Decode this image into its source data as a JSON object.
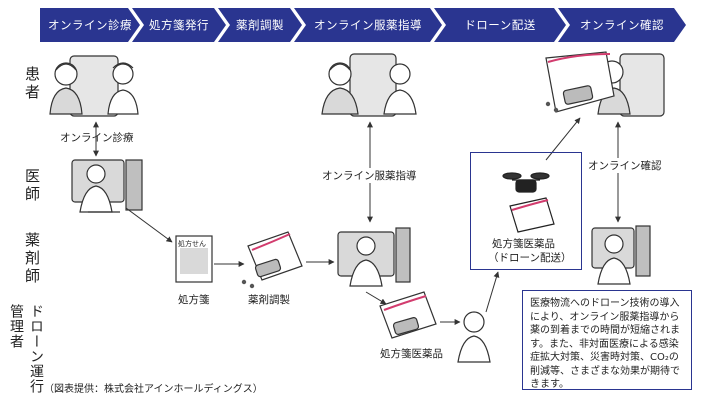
{
  "header_steps": [
    {
      "label": "オンライン診療"
    },
    {
      "label": "処方箋発行"
    },
    {
      "label": "薬剤調製"
    },
    {
      "label": "オンライン服薬指導"
    },
    {
      "label": "ドローン配送"
    },
    {
      "label": "オンライン確認"
    }
  ],
  "rows": {
    "patient": "患者",
    "doctor": "医師",
    "pharmacist": "薬剤師",
    "drone_operator": "ドローン運行管理者"
  },
  "labels": {
    "online_consult": "オンライン診療",
    "prescription": "処方箋",
    "prescription_sheet_title": "処方せん",
    "drug_prep": "薬剤調製",
    "online_med_guidance": "オンライン服薬指導",
    "online_confirm": "オンライン確認",
    "drone_box_line1": "処方箋医薬品",
    "drone_box_line2": "（ドローン配送）",
    "prescription_drugs": "処方箋医薬品"
  },
  "note_text": "医療物流へのドローン技術の導入により、オンライン服薬指導から薬の到着までの時間が短縮されます。また、非対面医療による感染症拡大対策、災害時対策、CO₂の削減等、さまざまな効果が期待できます。",
  "credit": "（図表提供：株式会社アインホールディングス）",
  "colors": {
    "header": "#2a3590",
    "accent_pink": "#d23c6e",
    "frame": "#2a3590"
  }
}
